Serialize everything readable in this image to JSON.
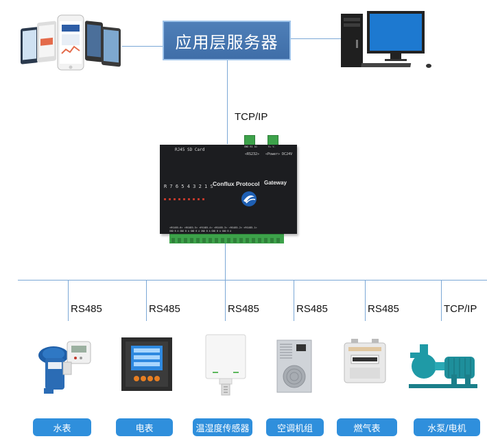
{
  "server": {
    "label": "应用层服务器"
  },
  "protocols": {
    "server_link": "TCP/IP",
    "bus": [
      "RS485",
      "RS485",
      "RS485",
      "RS485",
      "RS485",
      "TCP/IP"
    ]
  },
  "gateway": {
    "top_left_label": "RJ45   SD Card",
    "conn1_label": "GND B1 A1",
    "conn2_label": "V+ V-",
    "rs232_label": "«RS232»",
    "power_label": "«Power» DC24V",
    "led_numbers": "R 7 6 5 4 3 2 1 S",
    "brand": "Conflux Protocol",
    "gateway_word": "Gateway",
    "ports_label": "«RS485-6» «RS485-5» «RS485-4» «RS485-3» «RS485-2» «RS485-1»",
    "ports_sub": "GND B A   GND B A   GND B A   GND B A   GND B A   GND B A"
  },
  "devices": [
    "水表",
    "电表",
    "温湿度传感器",
    "空调机组",
    "燃气表",
    "水泵/电机"
  ],
  "colors": {
    "line": "#7aa7d6",
    "server_fill": "#4a7ab4",
    "pill": "#2f8fdc",
    "terminal": "#3da24a"
  },
  "icons": [
    "smartphones-icon",
    "desktop-computer-icon",
    "gateway-device-icon",
    "water-meter-icon",
    "power-meter-icon",
    "temperature-humidity-sensor-icon",
    "air-conditioner-unit-icon",
    "gas-meter-icon",
    "water-pump-motor-icon"
  ]
}
